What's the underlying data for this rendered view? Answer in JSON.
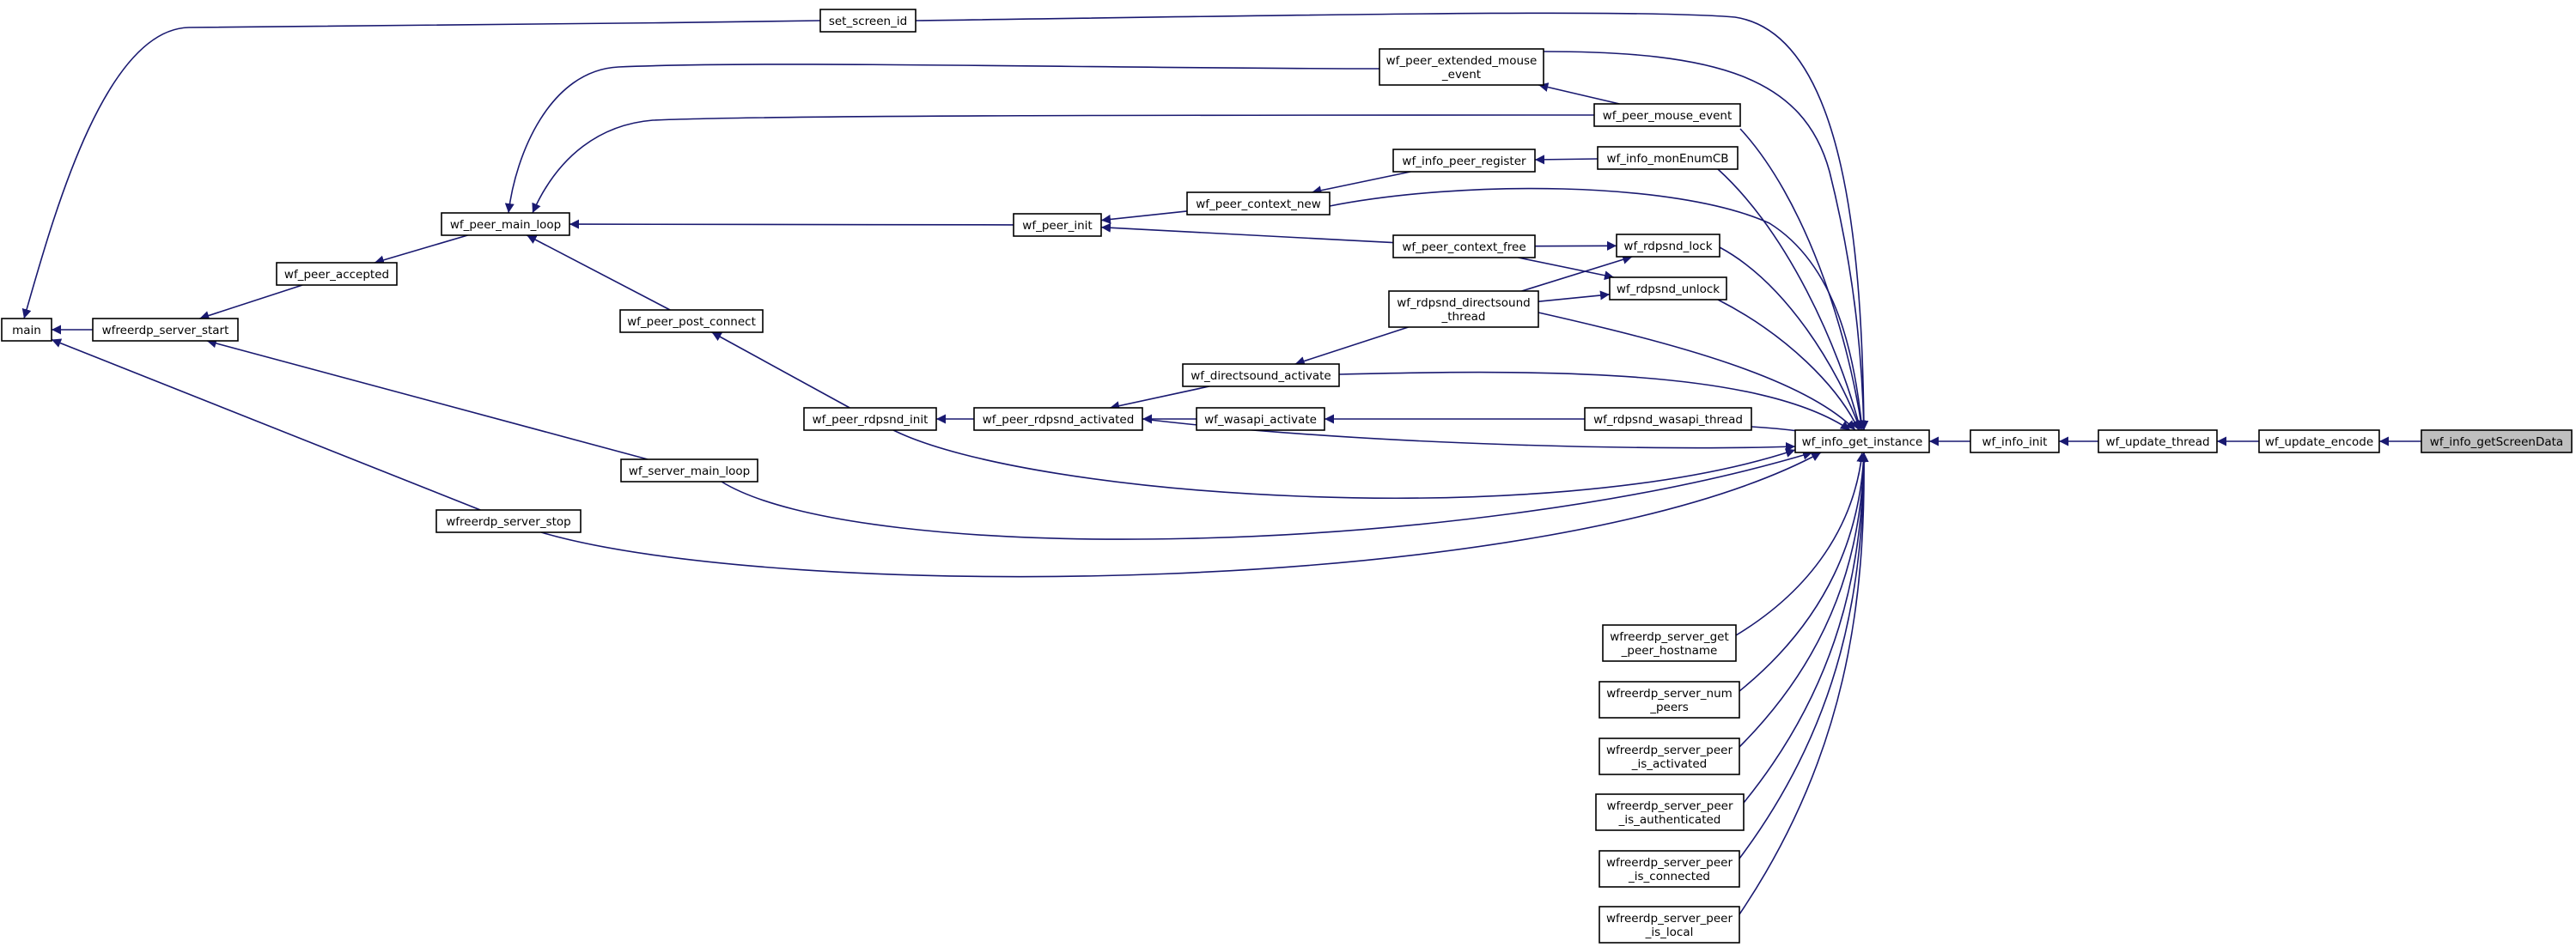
{
  "graph": {
    "edge_color": "#191970",
    "highlight_fill": "#bfbfbf",
    "nodes": {
      "main": [
        "main"
      ],
      "wfreerdp_server_start": [
        "wfreerdp_server_start"
      ],
      "set_screen_id": [
        "set_screen_id"
      ],
      "wf_peer_accepted": [
        "wf_peer_accepted"
      ],
      "wf_peer_main_loop": [
        "wf_peer_main_loop"
      ],
      "wf_peer_post_connect": [
        "wf_peer_post_connect"
      ],
      "wf_server_main_loop": [
        "wf_server_main_loop"
      ],
      "wfreerdp_server_stop": [
        "wfreerdp_server_stop"
      ],
      "wf_peer_rdpsnd_init": [
        "wf_peer_rdpsnd_init"
      ],
      "wf_peer_rdpsnd_activated": [
        "wf_peer_rdpsnd_activated"
      ],
      "wf_peer_init": [
        "wf_peer_init"
      ],
      "wf_peer_context_new": [
        "wf_peer_context_new"
      ],
      "wf_directsound_activate": [
        "wf_directsound_activate"
      ],
      "wf_wasapi_activate": [
        "wf_wasapi_activate"
      ],
      "wf_peer_extended_mouse_event": [
        "wf_peer_extended_mouse",
        "_event"
      ],
      "wf_info_peer_register": [
        "wf_info_peer_register"
      ],
      "wf_peer_context_free": [
        "wf_peer_context_free"
      ],
      "wf_rdpsnd_directsound_thread": [
        "wf_rdpsnd_directsound",
        "_thread"
      ],
      "wf_peer_mouse_event": [
        "wf_peer_mouse_event"
      ],
      "wf_info_monEnumCB": [
        "wf_info_monEnumCB"
      ],
      "wf_rdpsnd_lock": [
        "wf_rdpsnd_lock"
      ],
      "wf_rdpsnd_unlock": [
        "wf_rdpsnd_unlock"
      ],
      "wf_rdpsnd_wasapi_thread": [
        "wf_rdpsnd_wasapi_thread"
      ],
      "wfreerdp_server_get_peer_hostname": [
        "wfreerdp_server_get",
        "_peer_hostname"
      ],
      "wfreerdp_server_num_peers": [
        "wfreerdp_server_num",
        "_peers"
      ],
      "wfreerdp_server_peer_is_activated": [
        "wfreerdp_server_peer",
        "_is_activated"
      ],
      "wfreerdp_server_peer_is_authenticated": [
        "wfreerdp_server_peer",
        "_is_authenticated"
      ],
      "wfreerdp_server_peer_is_connected": [
        "wfreerdp_server_peer",
        "_is_connected"
      ],
      "wfreerdp_server_peer_is_local": [
        "wfreerdp_server_peer",
        "_is_local"
      ],
      "wf_info_get_instance": [
        "wf_info_get_instance"
      ],
      "wf_info_init": [
        "wf_info_init"
      ],
      "wf_update_thread": [
        "wf_update_thread"
      ],
      "wf_update_encode": [
        "wf_update_encode"
      ],
      "wf_info_getScreenData": [
        "wf_info_getScreenData"
      ]
    }
  }
}
